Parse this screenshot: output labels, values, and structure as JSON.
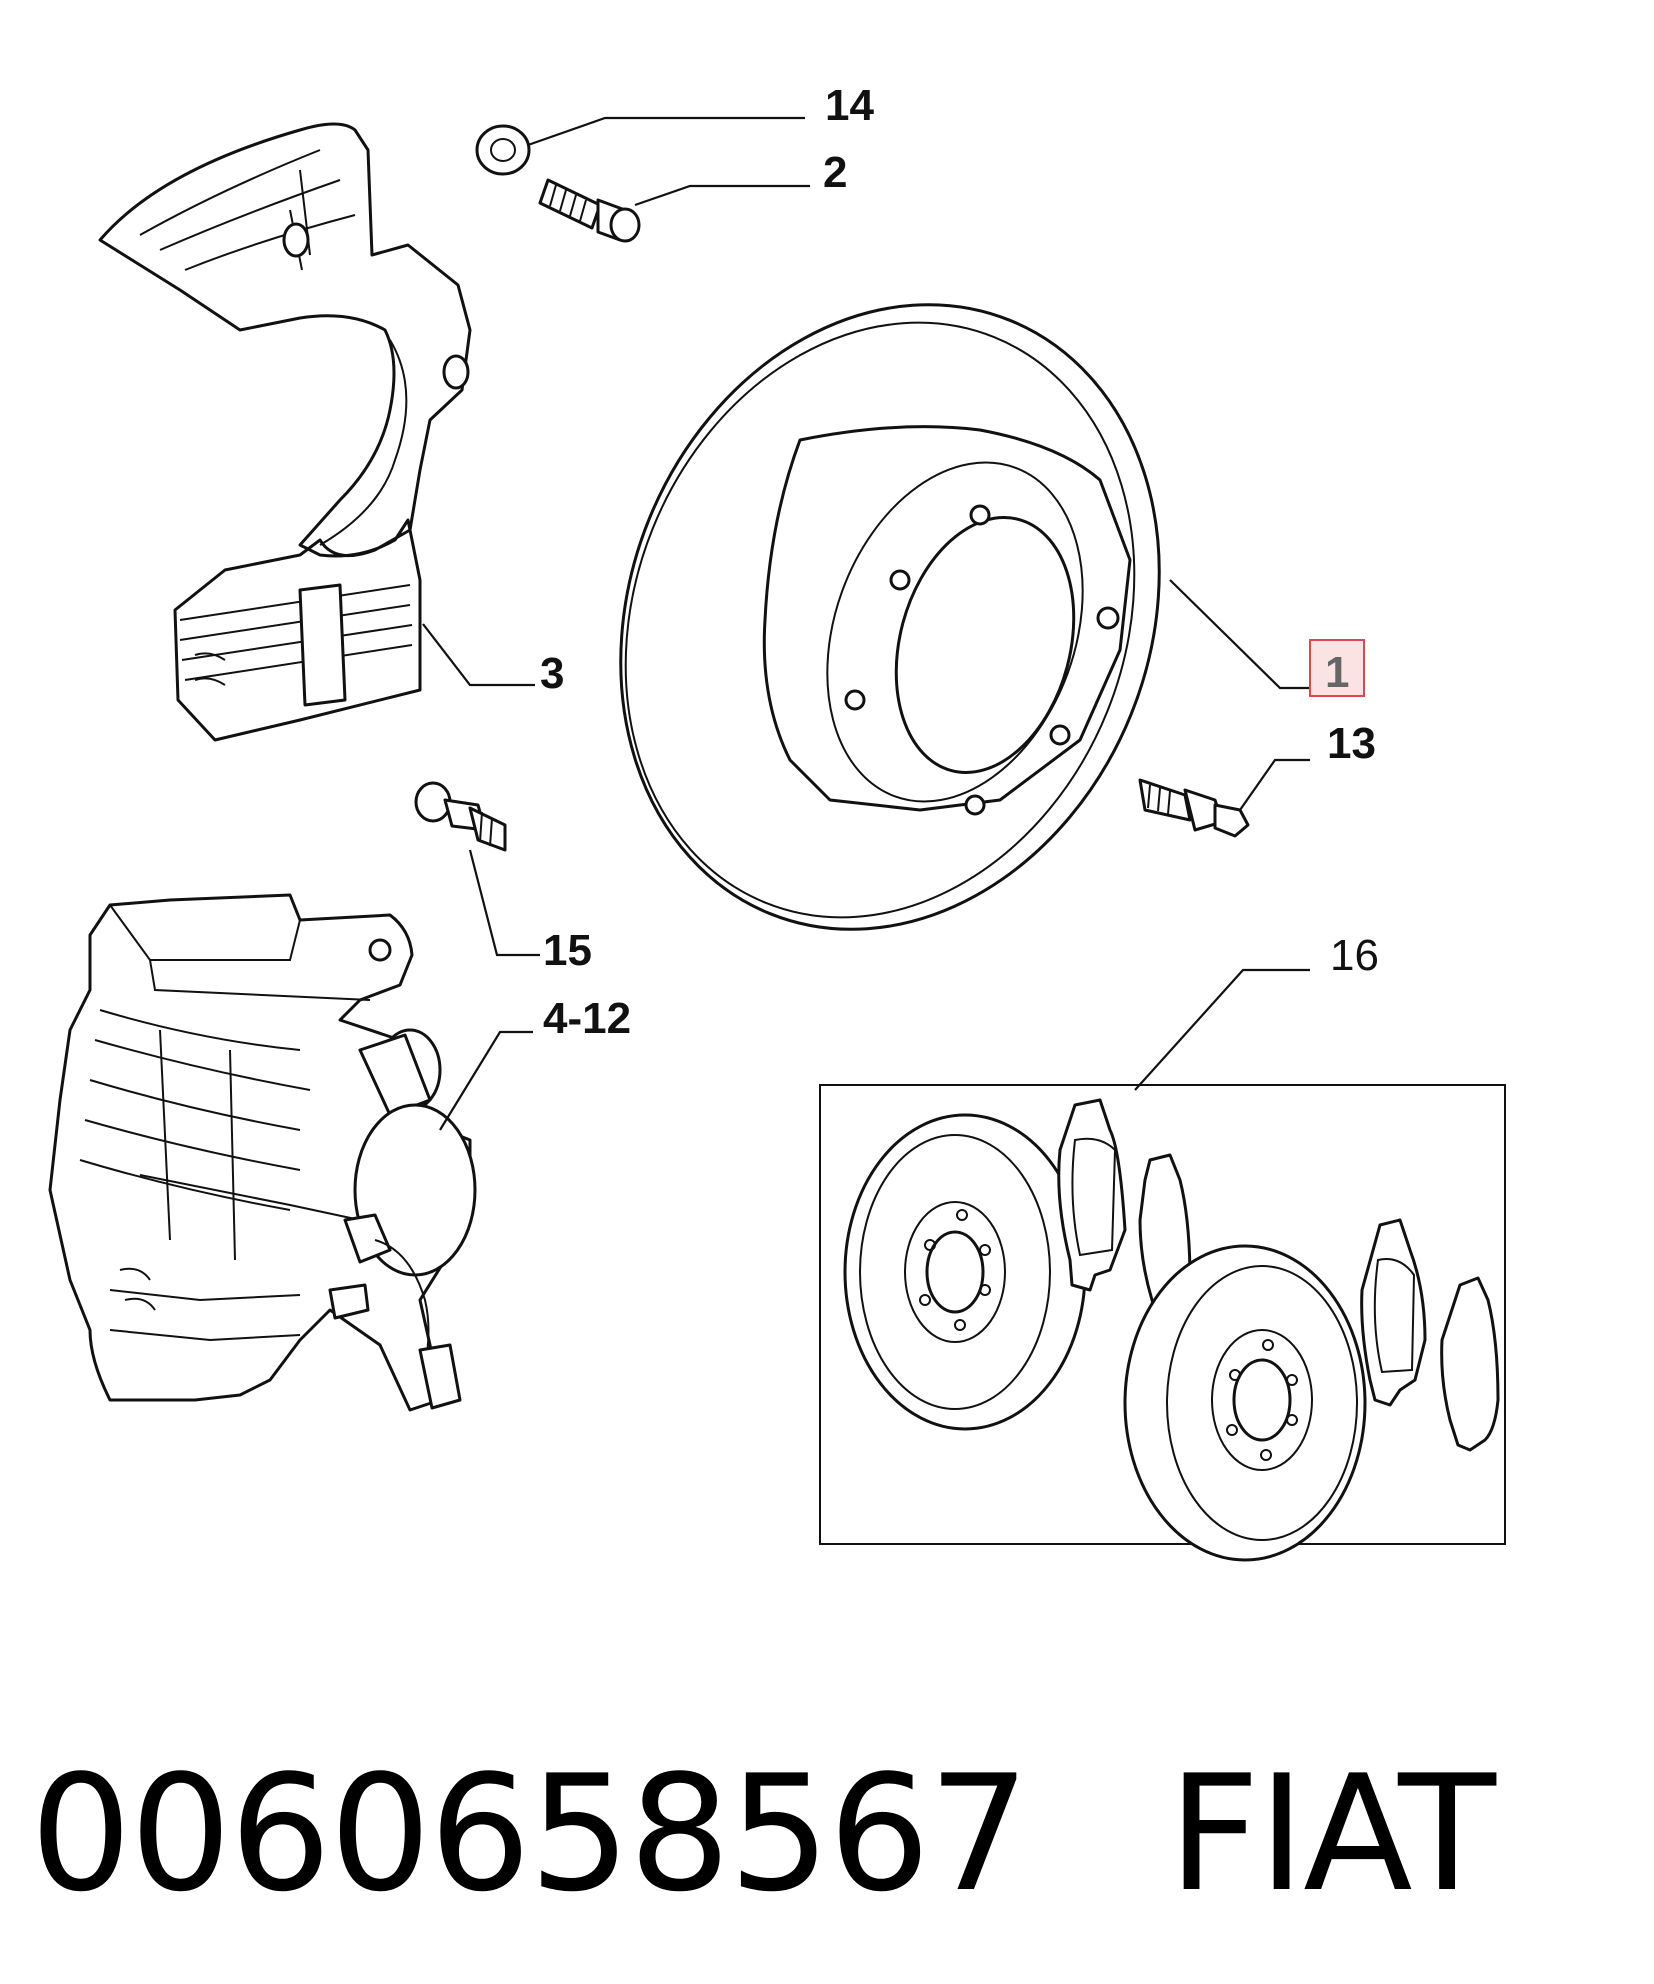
{
  "callouts": {
    "c14": "14",
    "c2": "2",
    "c3": "3",
    "c1": "1",
    "c13": "13",
    "c15": "15",
    "c4_12": "4-12",
    "c16": "16"
  },
  "highlight": {
    "label": "1",
    "color": "#e0474c"
  },
  "footer": {
    "part_number": "0060658567",
    "brand": "FIAT"
  }
}
